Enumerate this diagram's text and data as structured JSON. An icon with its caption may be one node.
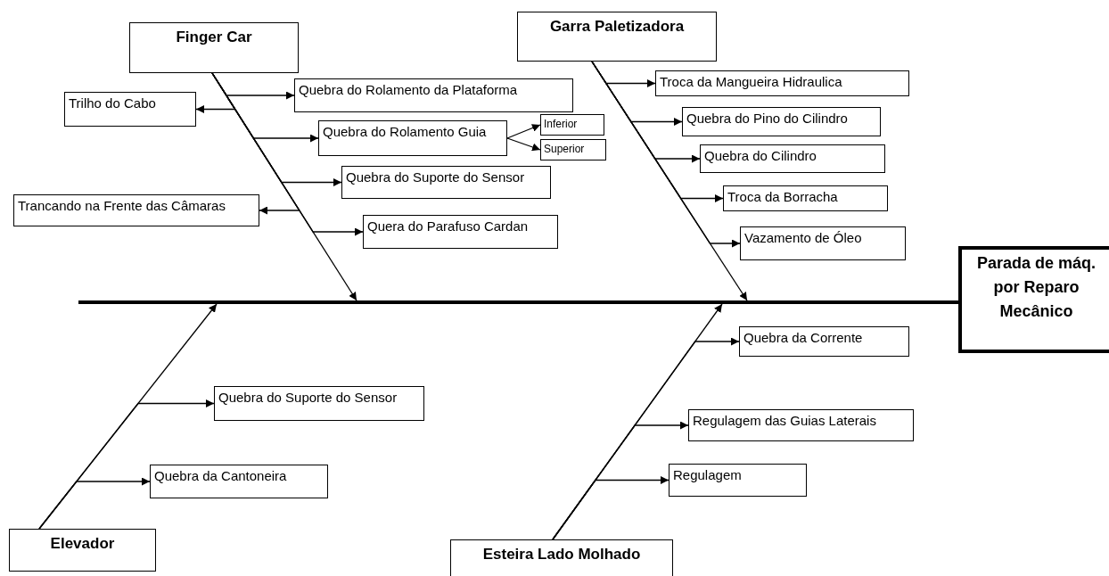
{
  "diagram": {
    "nodes": [
      {
        "text": [
          "Finger Car"
        ]
      },
      {
        "text": [
          "Garra Paletizadora"
        ]
      },
      {
        "text": [
          "Quebra do Rolamento da Plataforma"
        ]
      },
      {
        "text": [
          "Trilho do Cabo"
        ]
      },
      {
        "text": [
          "Troca da Mangueira Hidraulica"
        ]
      },
      {
        "text": [
          "Quebra do Rolamento Guia"
        ]
      },
      {
        "text": [
          "Inferior"
        ]
      },
      {
        "text": [
          "Superior"
        ]
      },
      {
        "text": [
          "Quebra do Pino do Cilindro"
        ]
      },
      {
        "text": [
          "Quebra do Suporte do Sensor"
        ]
      },
      {
        "text": [
          "Quebra do Cilindro"
        ]
      },
      {
        "text": [
          "Trancando na Frente das Câmaras"
        ]
      },
      {
        "text": [
          "Troca da Borracha"
        ]
      },
      {
        "text": [
          "Quera do Parafuso Cardan"
        ]
      },
      {
        "text": [
          "Vazamento de Óleo"
        ]
      },
      {
        "text": [
          "Parada de máq. por Reparo Mecânico"
        ]
      },
      {
        "text": [],
        "shape": "bar"
      },
      {
        "text": [
          "Quebra da Corrente"
        ]
      },
      {
        "text": [
          "Quebra do Suporte do Sensor"
        ]
      },
      {
        "text": [
          "Regulagem das Guias Laterais"
        ]
      },
      {
        "text": [
          "Regulagem"
        ]
      },
      {
        "text": [
          "Quebra da Cantoneira"
        ]
      },
      {
        "text": [
          "Elevador"
        ]
      },
      {
        "text": [
          "Esteira Lado Molhado"
        ]
      }
    ],
    "edges": [
      {
        "from": 0,
        "to": 16,
        "arrow": "to"
      },
      {
        "from": 1,
        "to": 16,
        "arrow": "to"
      },
      {
        "from": 22,
        "to": 16,
        "arrow": "to"
      },
      {
        "from": 23,
        "to": 16,
        "arrow": "to"
      },
      {
        "from": 16,
        "to": 15,
        "arrow": "none",
        "style": "thick"
      },
      {
        "from": 0,
        "to": 2,
        "arrow": "to"
      },
      {
        "from": 0,
        "to": 3,
        "arrow": "to"
      },
      {
        "from": 0,
        "to": 5,
        "arrow": "to"
      },
      {
        "from": 5,
        "to": 6,
        "arrow": "to"
      },
      {
        "from": 5,
        "to": 7,
        "arrow": "to"
      },
      {
        "from": 0,
        "to": 9,
        "arrow": "to"
      },
      {
        "from": 0,
        "to": 11,
        "arrow": "to"
      },
      {
        "from": 0,
        "to": 13,
        "arrow": "to"
      },
      {
        "from": 1,
        "to": 4,
        "arrow": "to"
      },
      {
        "from": 1,
        "to": 8,
        "arrow": "to"
      },
      {
        "from": 1,
        "to": 10,
        "arrow": "to"
      },
      {
        "from": 1,
        "to": 12,
        "arrow": "to"
      },
      {
        "from": 1,
        "to": 14,
        "arrow": "to"
      },
      {
        "from": 23,
        "to": 17,
        "arrow": "to"
      },
      {
        "from": 23,
        "to": 19,
        "arrow": "to"
      },
      {
        "from": 23,
        "to": 20,
        "arrow": "to"
      },
      {
        "from": 22,
        "to": 18,
        "arrow": "to"
      },
      {
        "from": 22,
        "to": 21,
        "arrow": "to"
      }
    ]
  }
}
